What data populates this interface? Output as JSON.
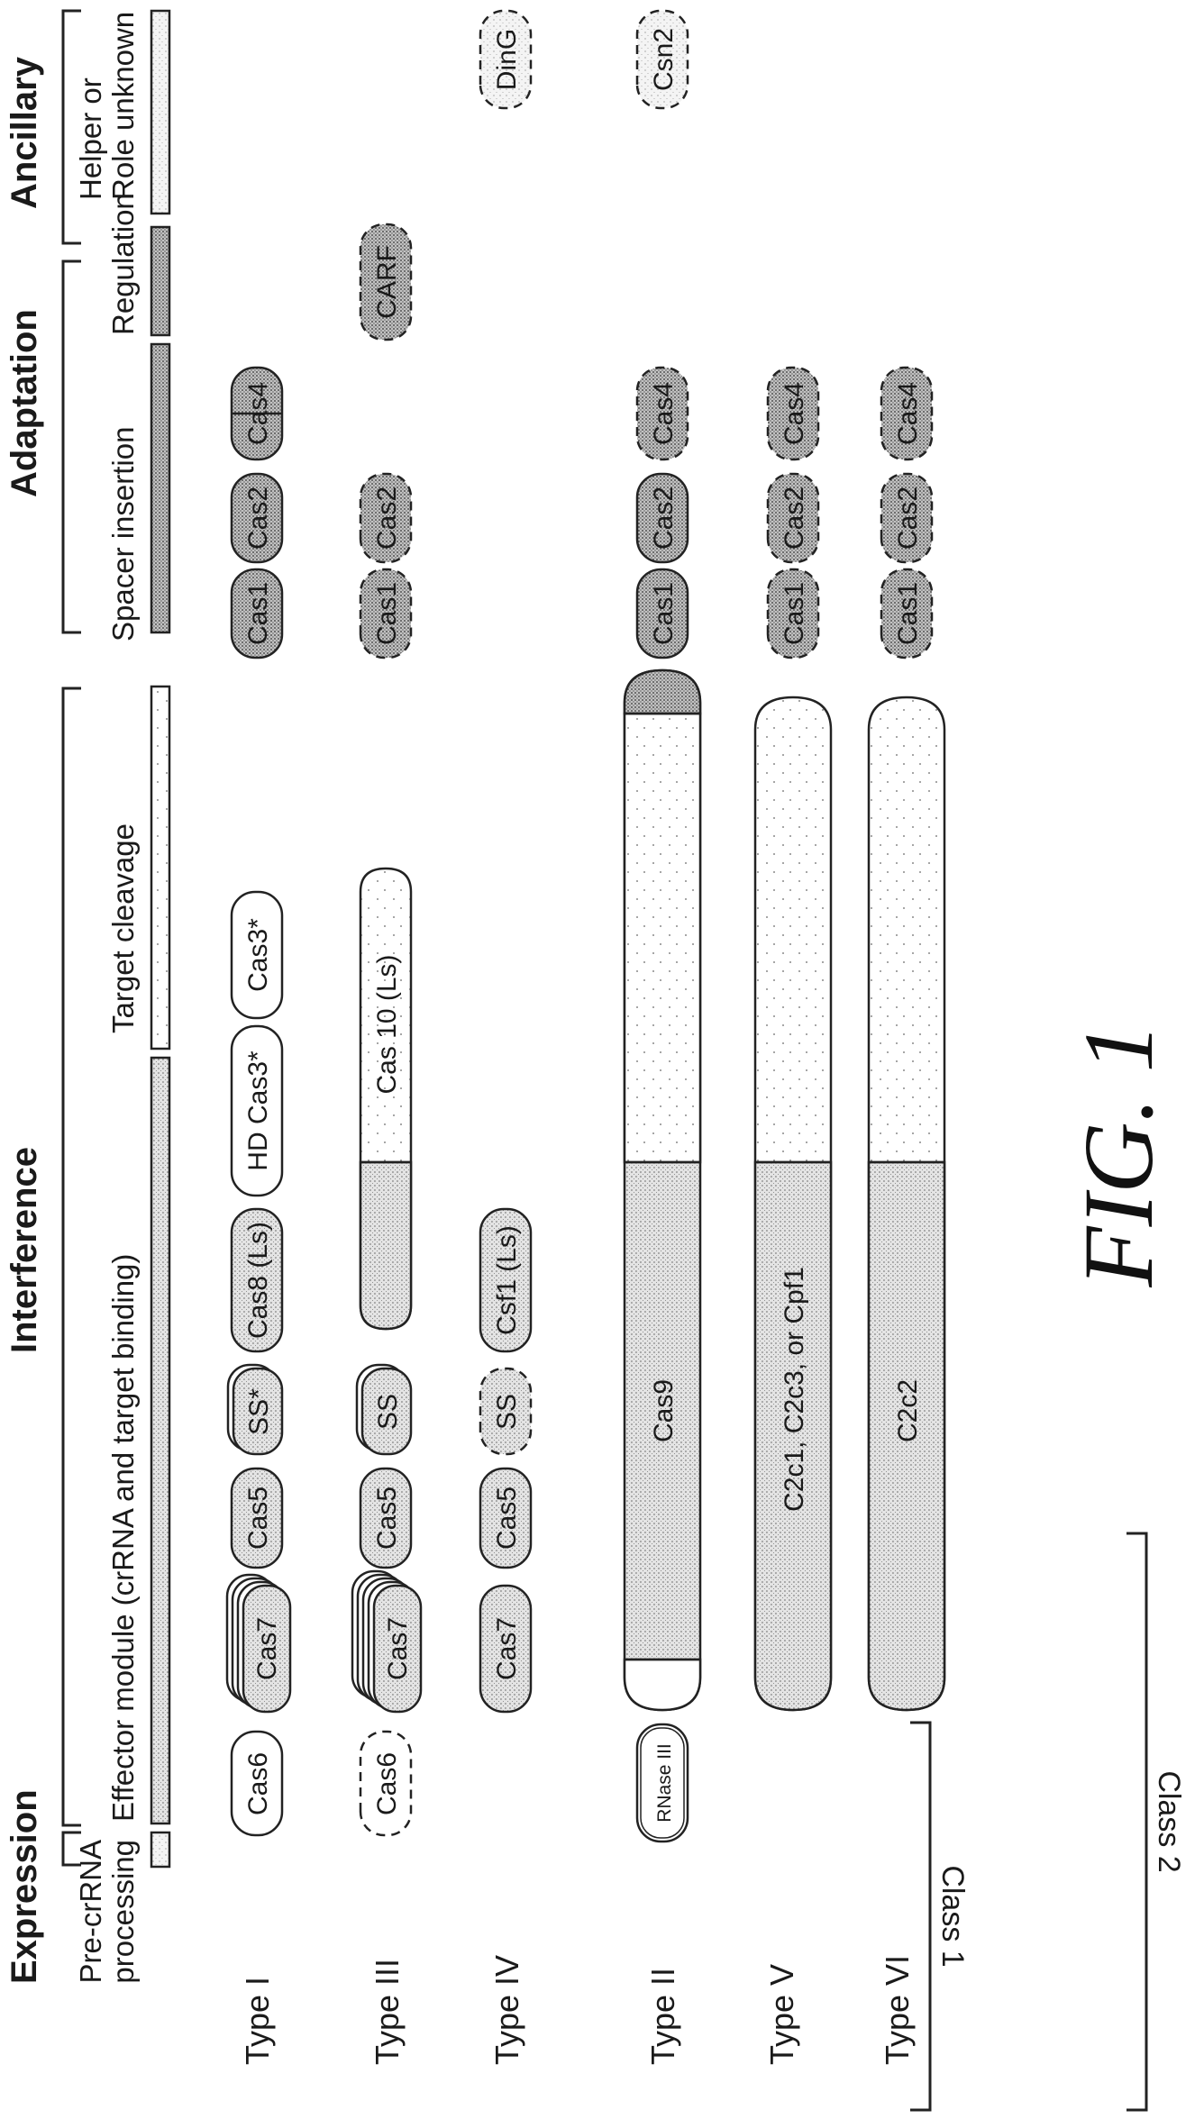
{
  "categories": {
    "expression": "Expression",
    "interference": "Interference",
    "adaptation": "Adaptation",
    "ancillary": "Ancillary"
  },
  "legend": {
    "precrrna": [
      "Pre-crRNA",
      "processing"
    ],
    "effector": "Effector module (crRNA and target binding)",
    "target": "Target cleavage",
    "spacer": "Spacer insertion",
    "regulation": "Regulation",
    "helper": [
      "Helper or",
      "Role unknown"
    ]
  },
  "classes": {
    "class1": "Class 1",
    "class2": "Class 2"
  },
  "rows": {
    "type1": {
      "label": "Type I",
      "cas6": "Cas6",
      "cas7": "Cas7",
      "cas5": "Cas5",
      "ss": "SS*",
      "cas8": "Cas8 (Ls)",
      "hdcas3": "HD Cas3*",
      "cas3": "Cas3*",
      "cas1": "Cas1",
      "cas2": "Cas2",
      "cas4": "Cas4"
    },
    "type3": {
      "label": "Type III",
      "cas6": "Cas6",
      "cas7": "Cas7",
      "cas5": "Cas5",
      "ss": "SS",
      "cas10": "Cas 10 (Ls)",
      "cas1": "Cas1",
      "cas2": "Cas2",
      "carf": "CARF"
    },
    "type4": {
      "label": "Type IV",
      "cas7": "Cas7",
      "cas5": "Cas5",
      "ss": "SS",
      "csf1": "Csf1 (Ls)",
      "ding": "DinG"
    },
    "type2": {
      "label": "Type II",
      "rnase": "RNase III",
      "cas9": "Cas9",
      "cas1": "Cas1",
      "cas2": "Cas2",
      "cas4": "Cas4",
      "csn2": "Csn2"
    },
    "type5": {
      "label": "Type V",
      "c2c1": "C2c1, C2c3, or Cpf1",
      "cas1": "Cas1",
      "cas2": "Cas2",
      "cas4": "Cas4"
    },
    "type6": {
      "label": "Type VI",
      "c2c2": "C2c2",
      "cas1": "Cas1",
      "cas2": "Cas2",
      "cas4": "Cas4"
    }
  },
  "figure": "FIG. 1"
}
